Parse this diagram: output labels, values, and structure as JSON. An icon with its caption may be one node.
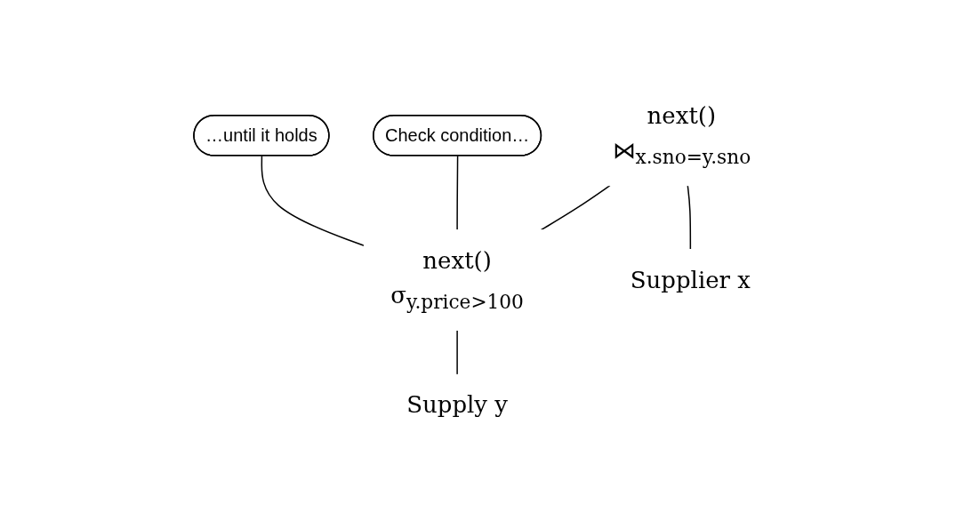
{
  "diagram": {
    "nodes": [
      {
        "text": [
          "next()",
          "⋈$_{x.sno=y.sno}$"
        ]
      },
      {
        "text": [
          "next()",
          "σ$_{y.price>100}$"
        ]
      },
      {
        "text": [
          "Check condition…"
        ]
      },
      {
        "text": [
          "…until it holds"
        ]
      },
      {
        "text": [
          "Supplier x"
        ]
      },
      {
        "text": [
          "Supply y"
        ]
      }
    ],
    "edges": [
      {
        "from": 0,
        "to": 4,
        "arrow": "none"
      },
      {
        "from": 0,
        "to": 1,
        "arrow": "none"
      },
      {
        "from": 1,
        "to": 5,
        "arrow": "none"
      },
      {
        "from": 2,
        "to": 1,
        "arrow": "none"
      },
      {
        "from": 3,
        "to": 1,
        "arrow": "none"
      }
    ]
  }
}
